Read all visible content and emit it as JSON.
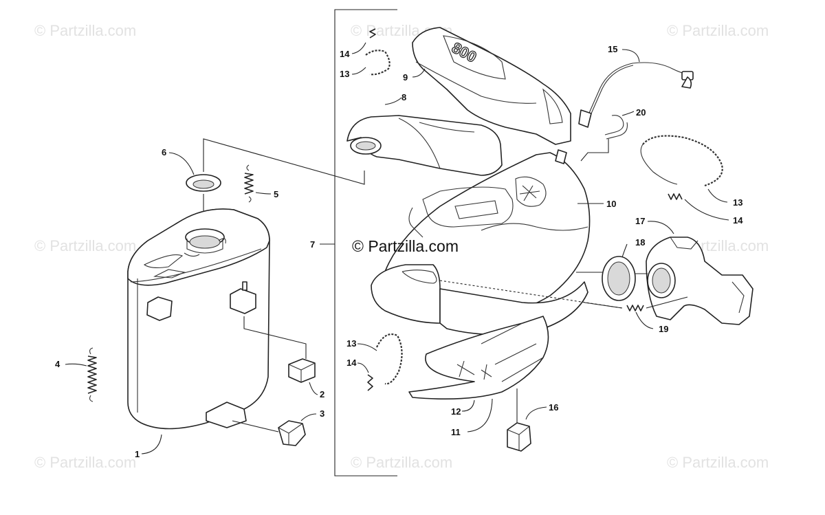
{
  "watermark": "© Partzilla.com",
  "copyright": "© Partzilla.com",
  "emblem_text": "800",
  "callouts": {
    "c1": "1",
    "c2": "2",
    "c3": "3",
    "c4": "4",
    "c5": "5",
    "c6": "6",
    "c7": "7",
    "c8": "8",
    "c9": "9",
    "c10": "10",
    "c11": "11",
    "c12": "12",
    "c13a": "13",
    "c13b": "13",
    "c13c": "13",
    "c14a": "14",
    "c14b": "14",
    "c14c": "14",
    "c15": "15",
    "c16": "16",
    "c17": "17",
    "c18": "18",
    "c19": "19",
    "c20": "20"
  }
}
